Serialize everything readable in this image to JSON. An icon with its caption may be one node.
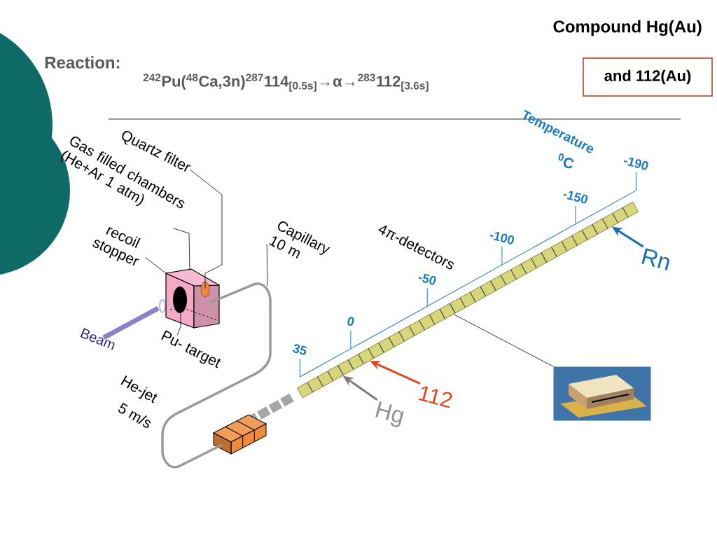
{
  "diagram": {
    "title": "Compound Hg(Au)",
    "nodes": [
      {
        "text": [
          "and 112(Au)"
        ]
      },
      {
        "text": [
          "Quartz filter"
        ]
      },
      {
        "text": [
          "Gas filled chambers (He+Ar 1 atm)"
        ]
      },
      {
        "text": [
          "recoil stopper"
        ]
      },
      {
        "text": [
          "Capillary 10 m"
        ]
      },
      {
        "text": [],
        "shape": "box"
      },
      {
        "text": [],
        "shape": "bar"
      },
      {
        "text": [],
        "shape": "picture"
      },
      {
        "text": [
          "Hg"
        ]
      },
      {
        "text": [
          "112"
        ]
      },
      {
        "text": [
          "Rn"
        ]
      },
      {
        "text": [],
        "shape": "box"
      },
      {
        "text": [
          "Pu- target"
        ]
      }
    ],
    "edges": [
      {
        "from": 1,
        "to": 5,
        "arrow": "none"
      },
      {
        "from": 2,
        "to": 5,
        "arrow": "none"
      },
      {
        "from": 3,
        "to": 5,
        "arrow": "none"
      },
      {
        "from": 4,
        "to": null,
        "arrow": "none"
      },
      {
        "from": 8,
        "to": 6,
        "arrow": "to",
        "style": "thick",
        "color": "#7a7a7a"
      },
      {
        "from": 9,
        "to": 6,
        "arrow": "to",
        "style": "thick",
        "color": "#e2461b"
      },
      {
        "from": 10,
        "to": 6,
        "arrow": "to",
        "style": "thick",
        "color": "#1b6db3"
      },
      {
        "from": 6,
        "to": 7,
        "arrow": "none"
      },
      {
        "from": 5,
        "to": 11,
        "arrow": "none",
        "style": "thick",
        "color": "#9a9a9a"
      },
      {
        "from": 12,
        "to": 5,
        "arrow": "none"
      }
    ],
    "labels": [
      "Reaction:",
      "$^{242}$Pu($^{48}$Ca,3n)$^{287}$114$_{[0.5s]}$→α→$^{283}$112$_{[3.6s]}$",
      "Temperature",
      "$^{0}$C",
      "35",
      "0",
      "-50",
      "-100",
      "-150",
      "-190",
      "4π-detectors",
      "Beam",
      "He-jet",
      "5 m/s"
    ]
  }
}
